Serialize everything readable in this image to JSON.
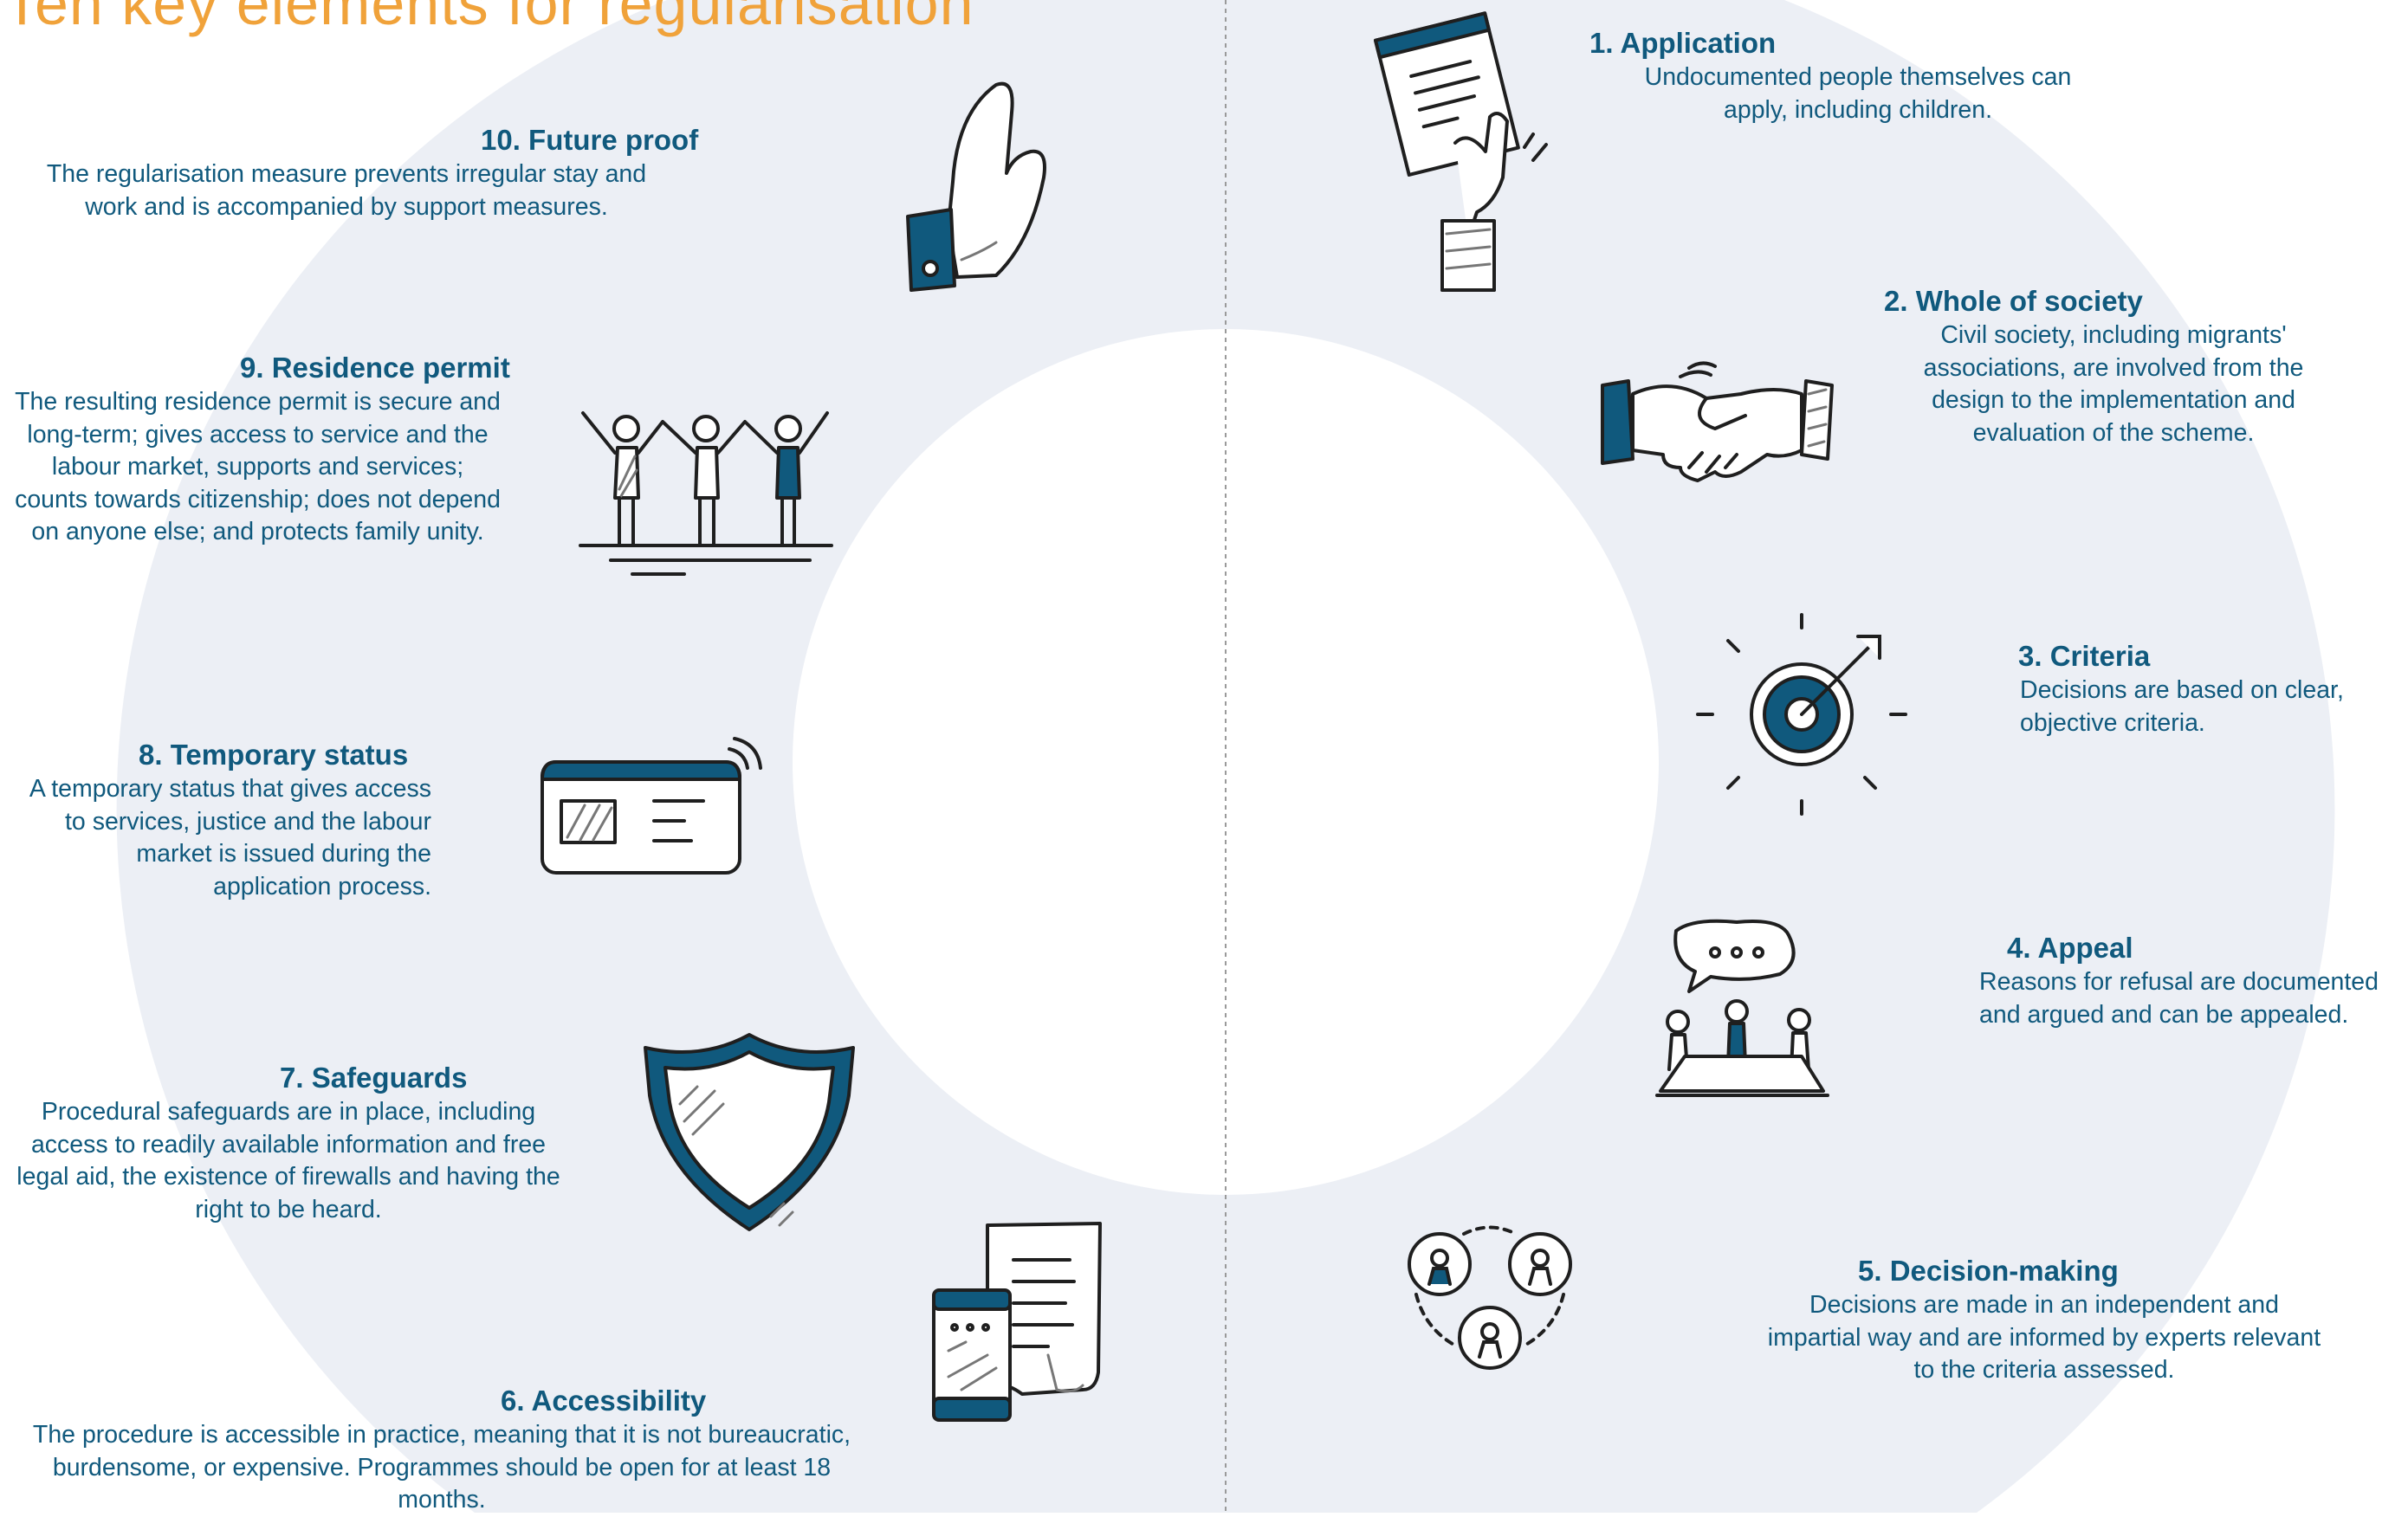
{
  "title": "Ten key elements for regularisation",
  "colors": {
    "accent": "#10597d",
    "title": "#f0a23a",
    "ring": "#eceff5",
    "divider": "#9a9a9a"
  },
  "items": [
    {
      "num": "1.",
      "title": "Application",
      "icon": "hand-holding-document-icon",
      "text": "Undocumented people themselves can apply, including children."
    },
    {
      "num": "2.",
      "title": "Whole of society",
      "icon": "handshake-icon",
      "text": "Civil society, including migrants' associations, are involved from the design to the implementation and evaluation of the scheme."
    },
    {
      "num": "3.",
      "title": "Criteria",
      "icon": "target-arrow-icon",
      "text": "Decisions are based on clear, objective criteria."
    },
    {
      "num": "4.",
      "title": "Appeal",
      "icon": "meeting-speech-icon",
      "text": "Reasons for refusal are documented and argued and can be appealed."
    },
    {
      "num": "5.",
      "title": "Decision-making",
      "icon": "people-network-icon",
      "text": "Decisions are made in an independent and impartial way and are informed by experts relevant to the criteria assessed."
    },
    {
      "num": "6.",
      "title": "Accessibility",
      "icon": "phone-document-icon",
      "text": "The procedure is accessible in practice, meaning that it is not bureaucratic, burdensome, or expensive. Programmes should be open for at least 18 months."
    },
    {
      "num": "7.",
      "title": "Safeguards",
      "icon": "shield-icon",
      "text": "Procedural safeguards are in place, including access to readily available information and free legal aid, the existence of firewalls and having the right to be heard."
    },
    {
      "num": "8.",
      "title": "Temporary status",
      "icon": "id-card-icon",
      "text": "A temporary status that gives access to services, justice and the labour market is issued during the application process."
    },
    {
      "num": "9.",
      "title": "Residence permit",
      "icon": "people-holding-hands-icon",
      "text": "The resulting residence permit is secure and long-term; gives access to service and the labour market, supports and services; counts towards citizenship; does not depend on anyone else; and protects family unity."
    },
    {
      "num": "10.",
      "title": "Future proof",
      "icon": "raised-hand-icon",
      "text": "The regularisation measure prevents irregular stay and work and is accompanied by support measures."
    }
  ]
}
